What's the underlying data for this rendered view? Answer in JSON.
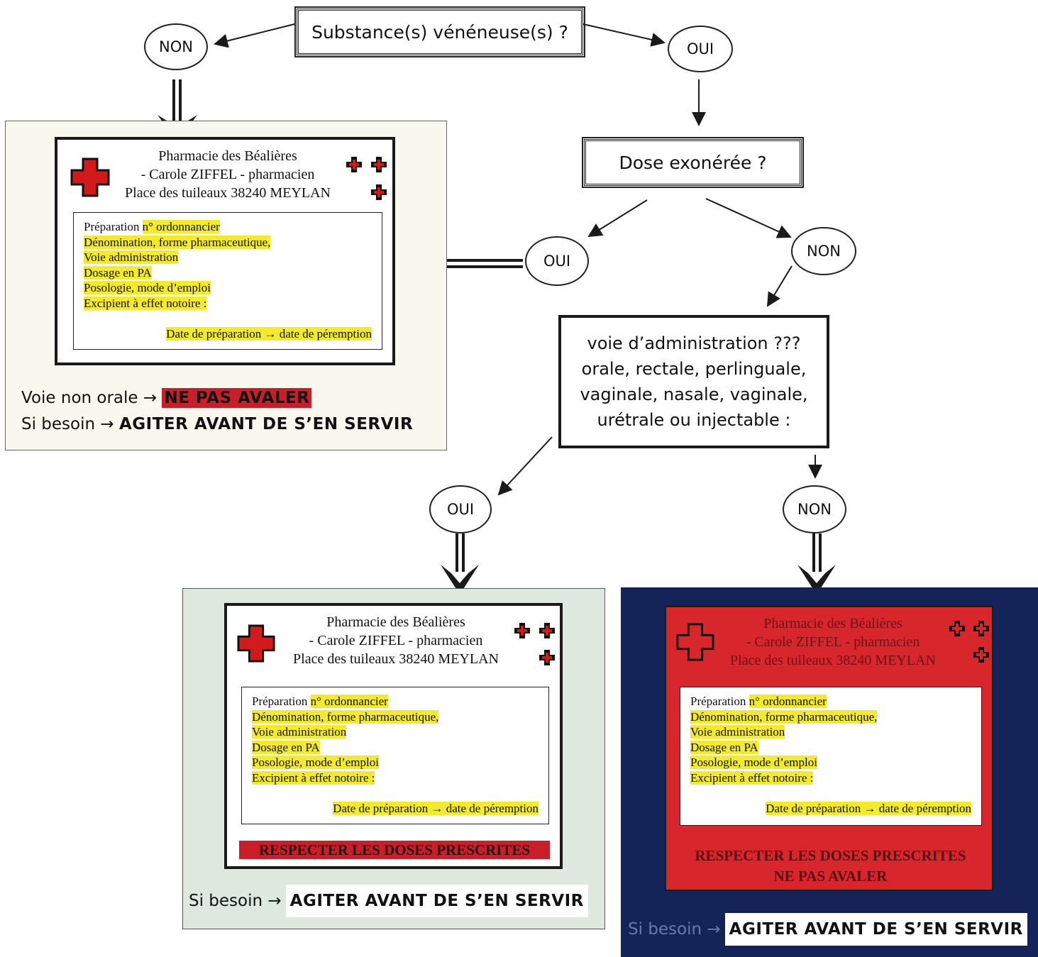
{
  "question1": "Substance(s) vénéneuse(s) ?",
  "question2": "Dose exonérée ?",
  "question3": {
    "lines": [
      "voie d’administration ???",
      "orale, rectale, perlinguale,",
      "vaginale, nasale, vaginale,",
      "urétrale ou injectable :"
    ]
  },
  "answers": {
    "non1": "NON",
    "oui1": "OUI",
    "oui2": "OUI",
    "non2": "NON",
    "oui3": "OUI",
    "non3": "NON"
  },
  "pharmacy": {
    "name": "Pharmacie des Béalières",
    "pharmacist": "- Carole ZIFFEL - pharmacien",
    "address": "Place des tuileaux 38240 MEYLAN"
  },
  "fields": {
    "line1_prefix": "Préparation",
    "line1_hl": "n° ordonnancier",
    "line2": "Dénomination, forme pharmaceutique,",
    "line3": "Voie administration",
    "line4": "Dosage en PA",
    "line5": "Posologie, mode d’emploi",
    "line6": "Excipient à effet notoire :",
    "dates": "Date de préparation → date de péremption"
  },
  "label_left": {
    "voie_prefix": "Voie non orale →",
    "voie_warning": "NE PAS AVALER",
    "besoin_prefix": "Si besoin →",
    "besoin_instruction": "AGITER AVANT DE S’EN SERVIR"
  },
  "label_middle": {
    "respect": "RESPECTER LES DOSES PRESCRITES",
    "besoin_prefix": "Si besoin →",
    "besoin_instruction": "AGITER AVANT DE S’EN SERVIR"
  },
  "label_right": {
    "respect": "RESPECTER LES DOSES PRESCRITES",
    "avaler": "NE PAS AVALER",
    "besoin_prefix": "Si besoin →",
    "besoin_instruction": "AGITER AVANT DE S’EN SERVIR"
  },
  "colors": {
    "highlight": "#f3ea2b",
    "cross_red": "#d11a1a",
    "warning_red": "#c8202a",
    "label_red": "#d7262c",
    "navy": "#152458",
    "mint": "#dde8df",
    "cream": "#f9f8ef"
  }
}
